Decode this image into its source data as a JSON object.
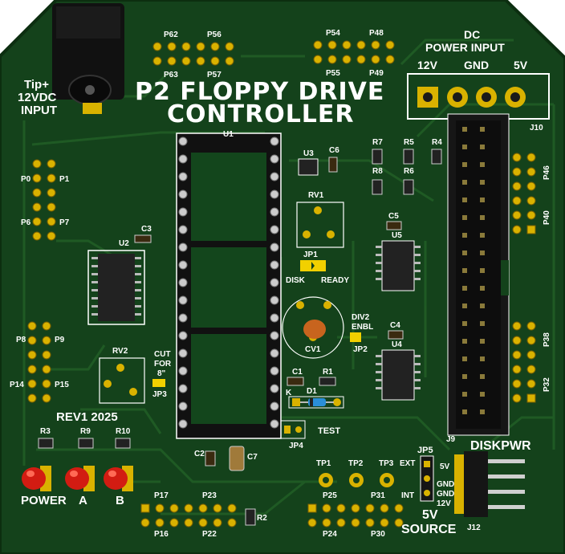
{
  "window": {
    "title": "P2 FLOPPY DRIVE CONTROLLER"
  },
  "colors": {
    "board": "#14421b",
    "board_dark": "#0f3414",
    "trace": "#1f5a23",
    "silk": "#ffffff",
    "pad_gold": "#d9b200",
    "jumper_yellow": "#f2d000",
    "led_red": "#d21c12",
    "header_black": "#151515",
    "chip_black": "#222222",
    "ceramic_orange": "#c8641e"
  },
  "board": {
    "title_line1": "P2 FLOPPY DRIVE",
    "title_line2": "CONTROLLER",
    "revision": "REV1 2025",
    "power_input": {
      "tip_label": "Tip+",
      "voltage_label": "12VDC",
      "input_label": "INPUT"
    },
    "dc_input": {
      "title_line1": "DC",
      "title_line2": "POWER INPUT",
      "pins": [
        "12V",
        "GND",
        "5V"
      ],
      "ref": "J10"
    },
    "refs": {
      "u1": "U1",
      "u2": "U2",
      "u3": "U3",
      "u4": "U4",
      "u5": "U5",
      "c1": "C1",
      "c2": "C2",
      "c3": "C3",
      "c4": "C4",
      "c5": "C5",
      "c6": "C6",
      "c7": "C7",
      "r1": "R1",
      "r2": "R2",
      "r3": "R3",
      "r4": "R4",
      "r5": "R5",
      "r6": "R6",
      "r7": "R7",
      "r8": "R8",
      "r9": "R9",
      "r10": "R10",
      "rv1": "RV1",
      "rv2": "RV2",
      "cv1": "CV1",
      "d1": "D1",
      "k": "K",
      "jp1": "JP1",
      "jp2": "JP2",
      "jp3": "JP3",
      "jp4": "JP4",
      "jp5": "JP5",
      "j9": "J9",
      "j12": "J12",
      "tp1": "TP1",
      "tp2": "TP2",
      "tp3": "TP3"
    },
    "pin_labels": {
      "p62": "P62",
      "p56": "P56",
      "p63": "P63",
      "p57": "P57",
      "p54": "P54",
      "p48": "P48",
      "p55": "P55",
      "p49": "P49",
      "p0": "P0",
      "p1": "P1",
      "p6": "P6",
      "p7": "P7",
      "p8": "P8",
      "p9": "P9",
      "p14": "P14",
      "p15": "P15",
      "p46": "P46",
      "p40": "P40",
      "p38": "P38",
      "p32": "P32",
      "p17": "P17",
      "p23": "P23",
      "p16": "P16",
      "p22": "P22",
      "p25": "P25",
      "p31": "P31",
      "p24": "P24",
      "p30": "P30"
    },
    "jumper_labels": {
      "disk": "DISK",
      "ready": "READY",
      "div2_line1": "DIV2",
      "div2_line2": "ENBL",
      "cut_line1": "CUT",
      "cut_line2": "FOR",
      "cut_line3": "8\"",
      "test": "TEST",
      "ext": "EXT",
      "int": "INT",
      "source_volt": "5V",
      "source_word": "SOURCE"
    },
    "diskpwr": {
      "title": "DISKPWR",
      "pins": [
        "5V",
        "GND",
        "GND",
        "12V"
      ]
    },
    "leds": [
      {
        "label": "POWER",
        "ref": "R3"
      },
      {
        "label": "A",
        "ref": "R9"
      },
      {
        "label": "B",
        "ref": "R10"
      }
    ]
  }
}
